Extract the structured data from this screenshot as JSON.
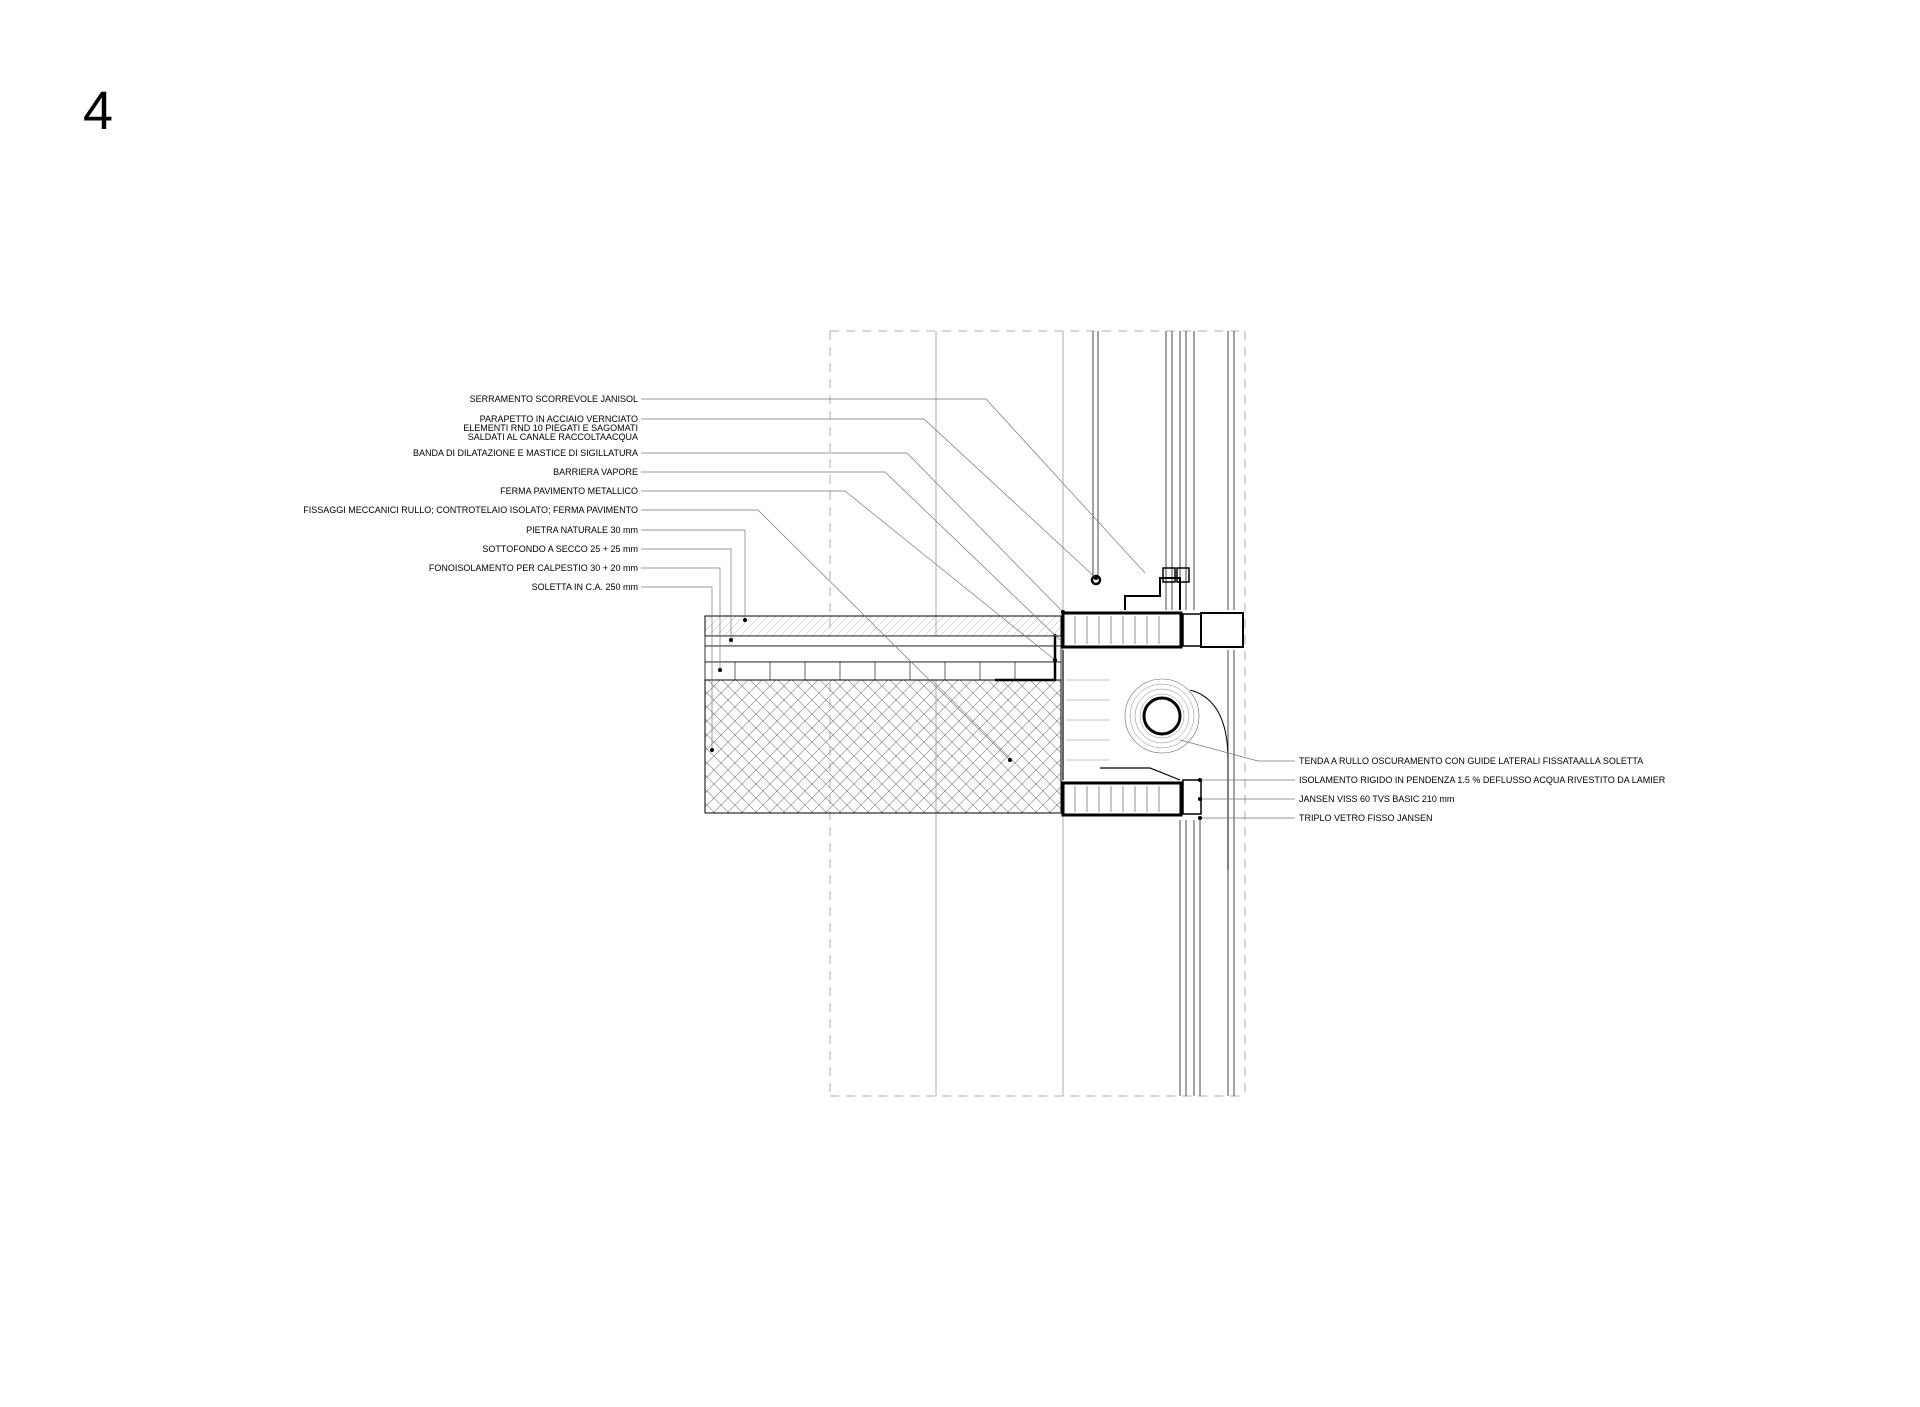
{
  "sheet": {
    "number": "4"
  },
  "labels_left": [
    {
      "lines": [
        "SERRAMENTO SCORREVOLE JANISOL"
      ]
    },
    {
      "lines": [
        "PARAPETTO IN ACCIAIO VERNCIATO",
        "ELEMENTI RND 10 PIEGATI E SAGOMATI",
        "SALDATI AL CANALE RACCOLTAACQUA"
      ]
    },
    {
      "lines": [
        "BANDA DI DILATAZIONE E MASTICE DI SIGILLATURA"
      ]
    },
    {
      "lines": [
        "BARRIERA VAPORE"
      ]
    },
    {
      "lines": [
        "FERMA PAVIMENTO METALLICO"
      ]
    },
    {
      "lines": [
        "FISSAGGI MECCANICI RULLO; CONTROTELAIO ISOLATO; FERMA PAVIMENTO"
      ]
    },
    {
      "lines": [
        "PIETRA NATURALE 30 mm"
      ]
    },
    {
      "lines": [
        "SOTTOFONDO A SECCO 25 + 25 mm"
      ]
    },
    {
      "lines": [
        "FONOISOLAMENTO PER CALPESTIO 30 + 20 mm"
      ]
    },
    {
      "lines": [
        "SOLETTA IN C.A. 250 mm"
      ]
    }
  ],
  "labels_right": [
    {
      "lines": [
        "TENDA A RULLO OSCURAMENTO CON GUIDE LATERALI FISSATAALLA SOLETTA"
      ]
    },
    {
      "lines": [
        "ISOLAMENTO RIGIDO IN PENDENZA 1.5 % DEFLUSSO ACQUA RIVESTITO DA LAMIER"
      ]
    },
    {
      "lines": [
        "JANSEN VISS 60 TVS BASIC 210 mm"
      ]
    },
    {
      "lines": [
        "TRIPLO VETRO FISSO JANSEN"
      ]
    }
  ]
}
